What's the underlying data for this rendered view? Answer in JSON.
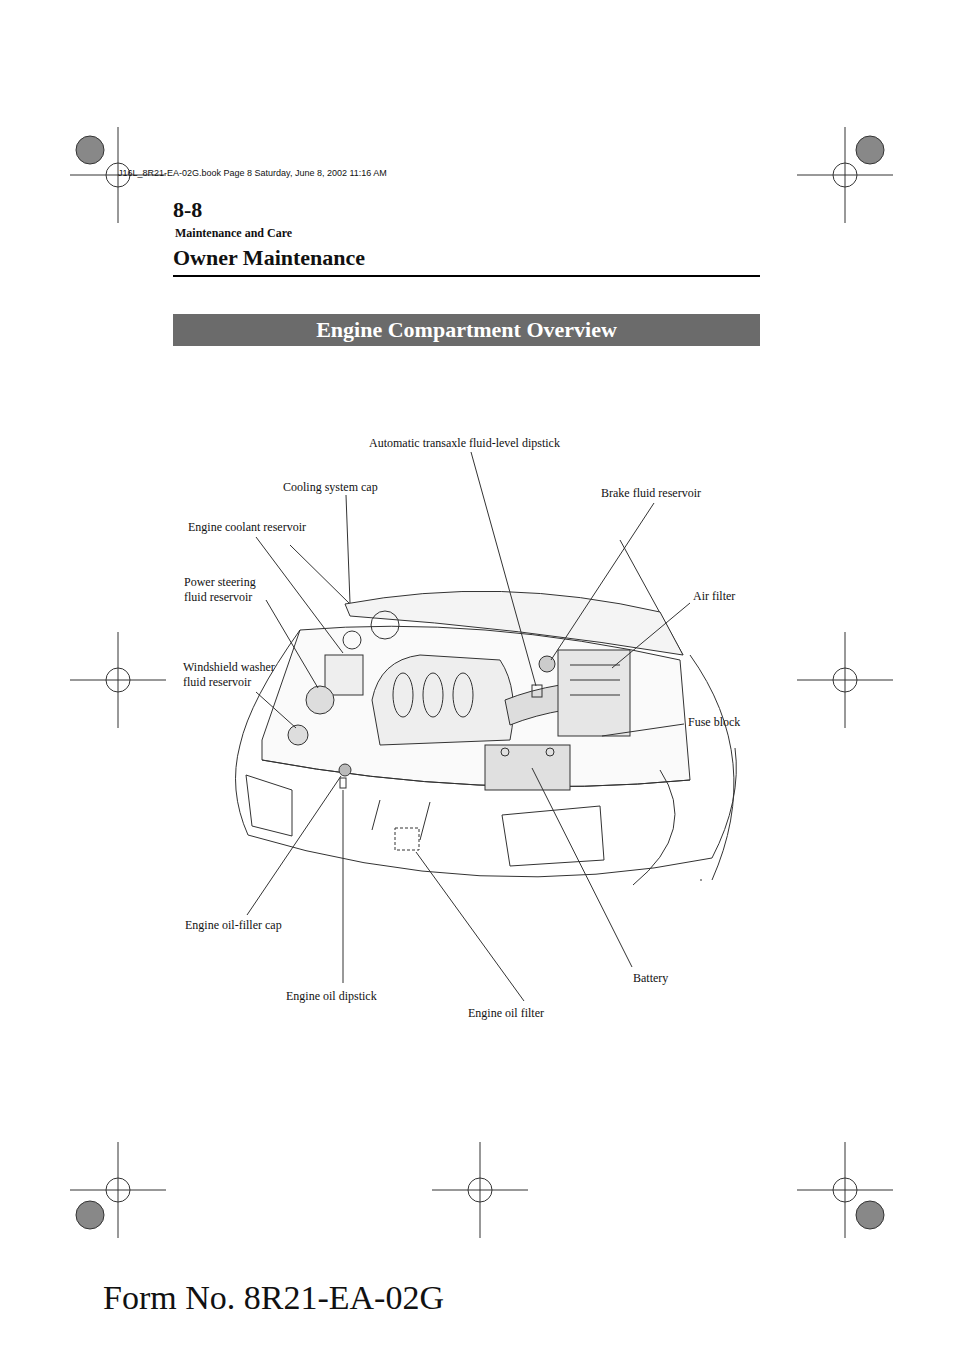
{
  "diagram": {
    "title": "Engine Compartment Overview",
    "labels": [
      "J16L_8R21-EA-02G.book Page 8 Saturday, June 8, 2002 11:16 AM",
      "8-8",
      "Maintenance and Care",
      "Owner Maintenance",
      "Automatic transaxle fluid-level dipstick",
      "Cooling system cap",
      "Brake fluid reservoir",
      "Engine coolant reservoir",
      "Power steering fluid reservoir",
      "Air filter",
      "Windshield washer fluid reservoir",
      "Fuse block",
      "Engine oil-filler cap",
      "Battery",
      "Engine oil dipstick",
      "Engine oil filter",
      "Form No. 8R21-EA-02G"
    ]
  }
}
